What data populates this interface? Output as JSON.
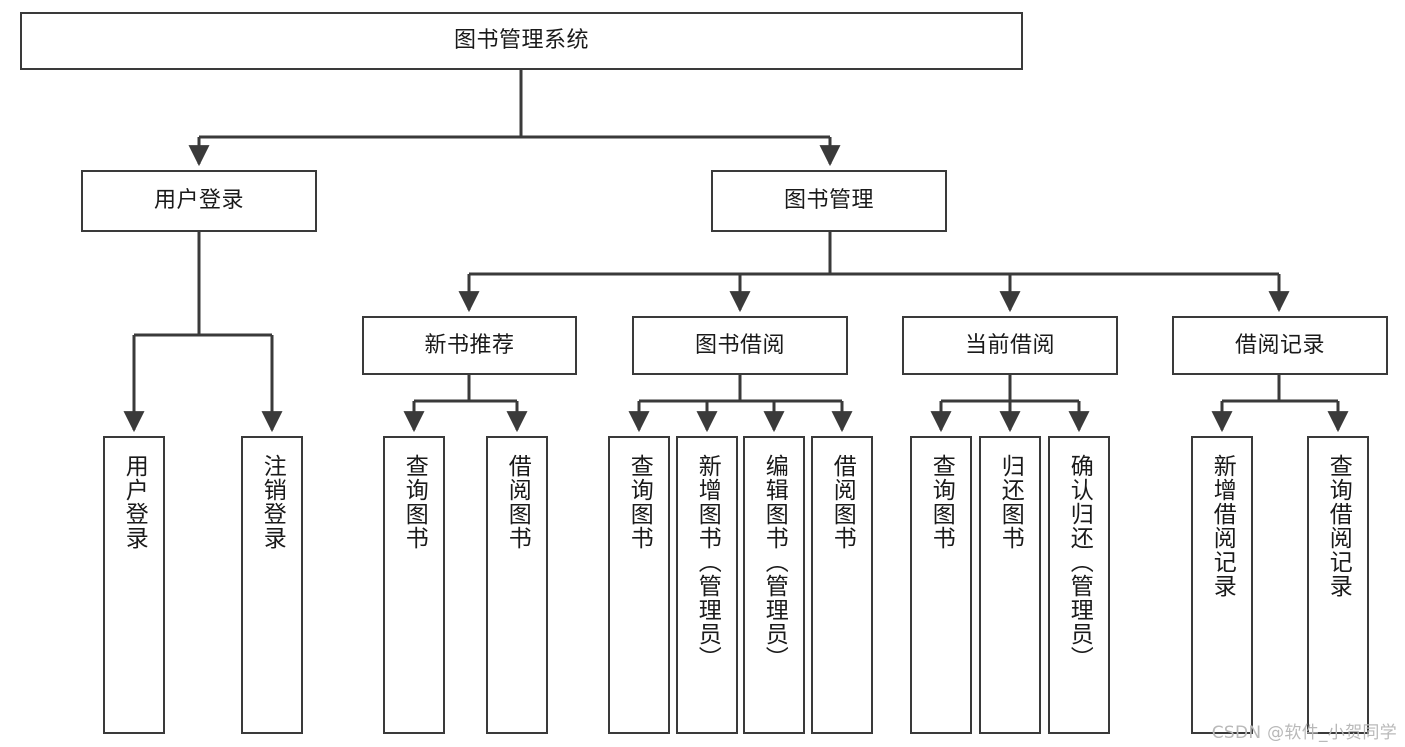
{
  "diagram": {
    "title": "图书管理系统",
    "type": "tree-hierarchy",
    "root": {
      "label": "图书管理系统"
    },
    "level2": [
      {
        "label": "用户登录"
      },
      {
        "label": "图书管理"
      }
    ],
    "level3": [
      {
        "label": "新书推荐"
      },
      {
        "label": "图书借阅"
      },
      {
        "label": "当前借阅"
      },
      {
        "label": "借阅记录"
      }
    ],
    "leaves": {
      "user_login": [
        {
          "label": "用户登录"
        },
        {
          "label": "注销登录"
        }
      ],
      "new_book_recommend": [
        {
          "label": "查询图书"
        },
        {
          "label": "借阅图书"
        }
      ],
      "book_borrow": [
        {
          "label": "查询图书"
        },
        {
          "label": "新增图书（管理员）"
        },
        {
          "label": "编辑图书（管理员）"
        },
        {
          "label": "借阅图书"
        }
      ],
      "current_borrow": [
        {
          "label": "查询图书"
        },
        {
          "label": "归还图书"
        },
        {
          "label": "确认归还（管理员）"
        }
      ],
      "borrow_record": [
        {
          "label": "新增借阅记录"
        },
        {
          "label": "查询借阅记录"
        }
      ]
    }
  },
  "watermark": {
    "text": "CSDN @软件_小贺同学"
  },
  "colors": {
    "border": "#3a3a3a",
    "connector": "#3a3a3a",
    "background": "#ffffff",
    "text": "#1a1a1a",
    "watermark": "#b9b9b9"
  }
}
